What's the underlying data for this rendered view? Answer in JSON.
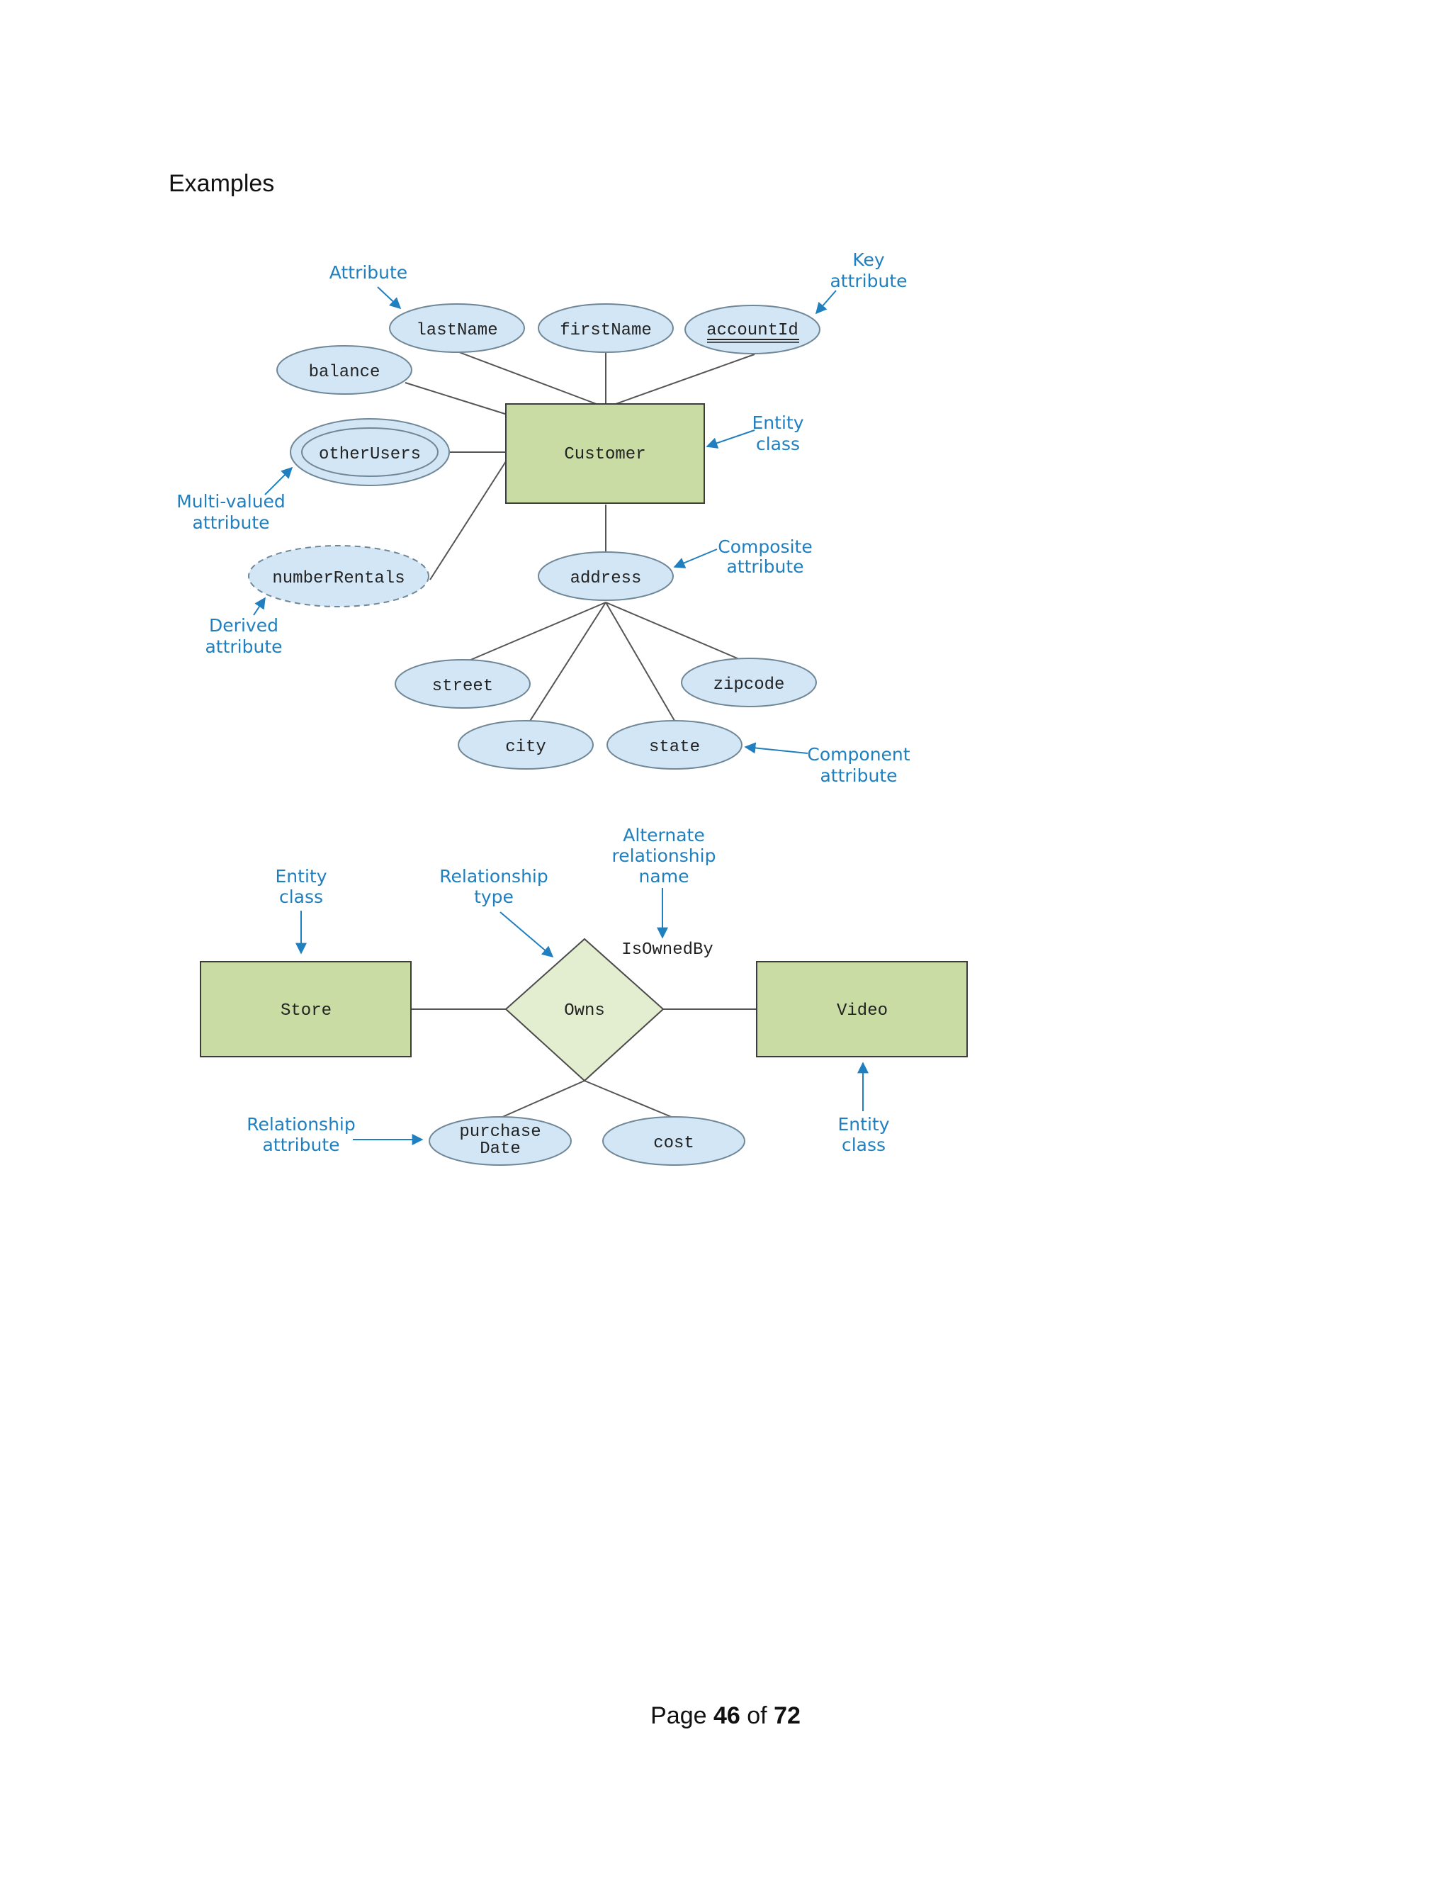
{
  "heading": "Examples",
  "diagram1": {
    "entity": "Customer",
    "attributes": {
      "lastName": "lastName",
      "firstName": "firstName",
      "accountId": "accountId",
      "balance": "balance",
      "otherUsers": "otherUsers",
      "numberRentals": "numberRentals",
      "address": "address",
      "street": "street",
      "zipcode": "zipcode",
      "city": "city",
      "state": "state"
    },
    "annotations": {
      "attribute": "Attribute",
      "key_line1": "Key",
      "key_line2": "attribute",
      "entity_line1": "Entity",
      "entity_line2": "class",
      "multi_line1": "Multi-valued",
      "multi_line2": "attribute",
      "composite_line1": "Composite",
      "composite_line2": "attribute",
      "derived_line1": "Derived",
      "derived_line2": "attribute",
      "component_line1": "Component",
      "component_line2": "attribute"
    }
  },
  "diagram2": {
    "entity_left": "Store",
    "entity_right": "Video",
    "relationship": "Owns",
    "alternate_name": "IsOwnedBy",
    "attr_purchase_line1": "purchase",
    "attr_purchase_line2": "Date",
    "attr_cost": "cost",
    "annotations": {
      "entity_left_line1": "Entity",
      "entity_left_line2": "class",
      "rel_type_line1": "Relationship",
      "rel_type_line2": "type",
      "alt_line1": "Alternate",
      "alt_line2": "relationship",
      "alt_line3": "name",
      "rel_attr_line1": "Relationship",
      "rel_attr_line2": "attribute",
      "entity_right_line1": "Entity",
      "entity_right_line2": "class"
    }
  },
  "footer": {
    "prefix": "Page",
    "page": "46",
    "of": "of",
    "total": "72"
  }
}
